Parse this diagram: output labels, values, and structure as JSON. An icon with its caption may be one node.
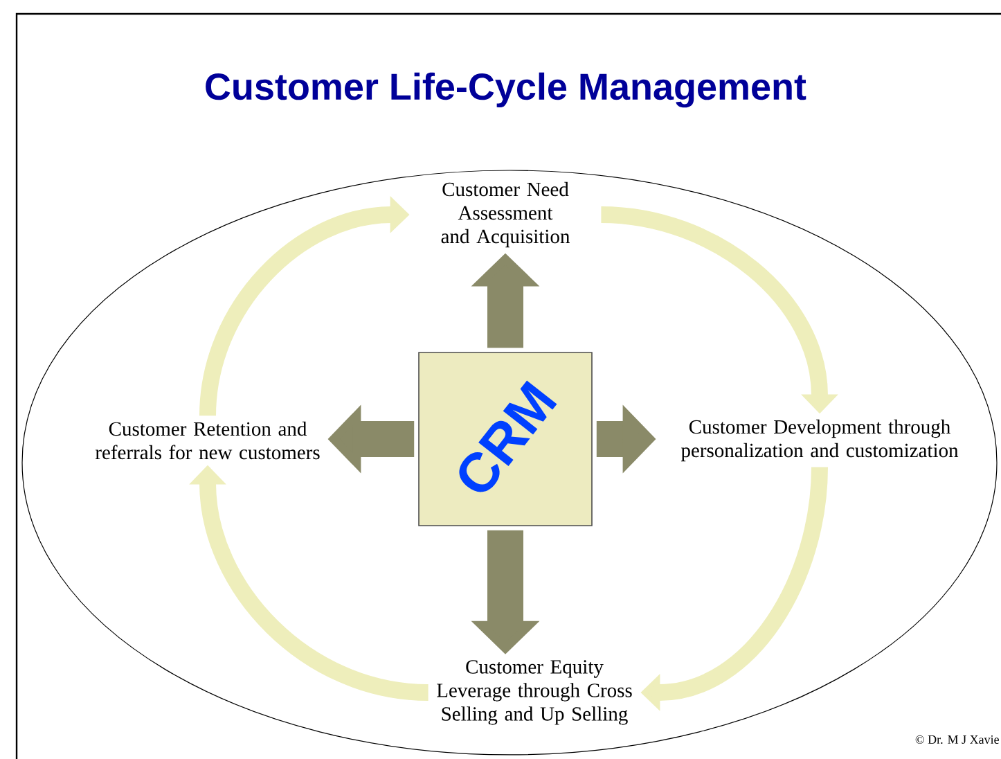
{
  "diagram": {
    "title": "Customer Life-Cycle Management",
    "nodes": [
      {
        "text": [
          "CRM"
        ]
      },
      {
        "text": [
          "Customer Need Assessment and Acquisition"
        ]
      },
      {
        "text": [
          "Customer Development through personalization and customization"
        ]
      },
      {
        "text": [
          "Customer Equity Leverage through Cross Selling and Up Selling"
        ]
      },
      {
        "text": [
          "Customer Retention and referrals for new customers"
        ]
      }
    ],
    "edges": [
      {
        "from": 0,
        "to": 1,
        "arrow": "to",
        "style": "thick"
      },
      {
        "from": 0,
        "to": 2,
        "arrow": "to",
        "style": "thick"
      },
      {
        "from": 0,
        "to": 3,
        "arrow": "to",
        "style": "thick"
      },
      {
        "from": 0,
        "to": 4,
        "arrow": "to",
        "style": "thick"
      },
      {
        "from": 1,
        "to": 2,
        "arrow": "to",
        "color": "#eeeebb"
      },
      {
        "from": 2,
        "to": 3,
        "arrow": "to",
        "color": "#eeeebb"
      },
      {
        "from": 3,
        "to": 4,
        "arrow": "to",
        "color": "#eeeebb"
      },
      {
        "from": 4,
        "to": 1,
        "arrow": "to",
        "color": "#eeeebb"
      }
    ],
    "labels": [
      "© Dr. M J Xavie"
    ]
  }
}
